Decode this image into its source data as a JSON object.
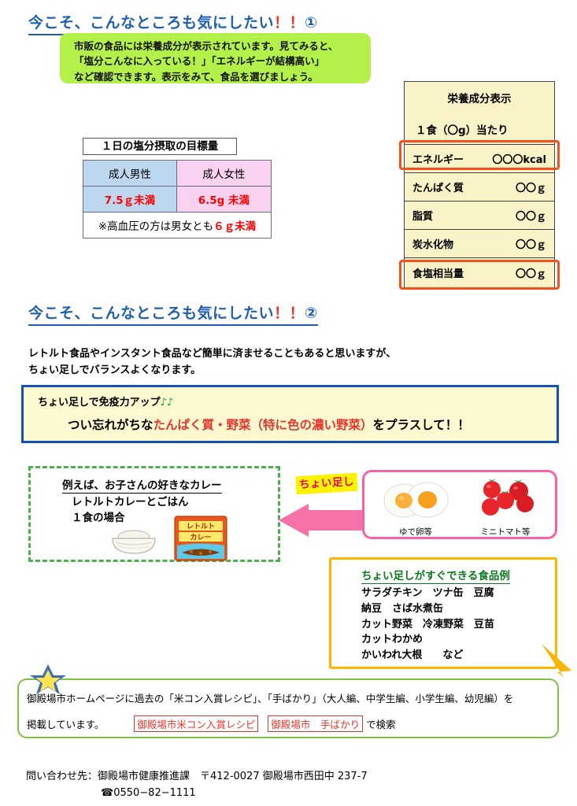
{
  "section1": {
    "heading": "今こそ、こんなところも気にしたい！！①",
    "green_note": [
      "市販の食品には栄養成分が表示されています。見てみると、",
      "「塩分こんなに入っている！」「エネルギーが結構高い」",
      "など確認できます。表示をみて、食品を選びましょう。"
    ],
    "salt_table": {
      "title": "１日の塩分摂取の目標量",
      "headers": [
        "成人男性",
        "成人女性"
      ],
      "values": [
        "7.5ｇ未満",
        "6.5g 未満"
      ],
      "note_prefix": "※高血圧の方は男女とも",
      "note_red": "６ｇ未満"
    },
    "nutrition_label": {
      "title": "栄養成分表示",
      "serving": "１食（〇g）当たり",
      "rows": [
        {
          "name": "エネルギー",
          "value": "〇〇〇kcal"
        },
        {
          "name": "たんぱく質",
          "value": "〇〇ｇ"
        },
        {
          "name": "脂質",
          "value": "〇〇ｇ"
        },
        {
          "name": "炭水化物",
          "value": "〇〇ｇ"
        },
        {
          "name": "食塩相当量",
          "value": "〇〇ｇ"
        }
      ],
      "highlight_color": "#F4511E"
    }
  },
  "section2": {
    "heading": "今こそ、こんなところも気にしたい！！②",
    "intro": [
      "レトルト食品やインスタント食品など簡単に済ませることもあると思いますが、",
      "ちょい足しでバランスよくなります。"
    ],
    "immune_box": {
      "line1": "ちょい足しで免疫力アップ",
      "line1_notes": "♪♪",
      "line2_pre": "つい忘れがちな",
      "line2_red": "たんぱく質・野菜（特に色の濃い野菜）",
      "line2_post": "をプラスして！！",
      "border_color": "#1451B4",
      "bg_color": "#FCF8D0"
    },
    "example_box": {
      "title": "例えば、お子さんの好きなカレー",
      "line2": "レトルトカレーとごはん",
      "line3": "１食の場合",
      "curry_label_1": "レトルト",
      "curry_label_2": "カレー"
    },
    "choi_tag": "ちょい足し",
    "food_box": {
      "items": [
        {
          "icon": "boiled-egg-icon",
          "caption": "ゆで卵等"
        },
        {
          "icon": "mini-tomato-icon",
          "caption": "ミニトマト等"
        }
      ],
      "border_color": "#F462A8"
    },
    "tips_box": {
      "title": "ちょい足しがすぐできる食品例",
      "lines": "サラダチキン　ツナ缶　豆腐\n納豆　さば水煮缶\nカット野菜　冷凍野菜　豆苗\nカットわかめ\nかいわれ大根　　など",
      "border_color": "#FFB400",
      "title_color": "#0A7A1F"
    }
  },
  "footer": {
    "ghp_line1": "御殿場市ホームページに過去の「米コン入賞レシピ」、「手ばかり」（大人編、中学生編、小学生編、幼児編）を",
    "ghp_line2_pre": "掲載しています。",
    "keyword1": "御殿場市米コン入賞レシピ",
    "keyword2": "御殿場市　手ばかり",
    "ghp_line2_post": "で検索",
    "contact": "問い合わせ先：御殿場市健康推進課　〒412-0027 御殿場市西田中 237-7",
    "phone": "☎0550−82−1111"
  }
}
